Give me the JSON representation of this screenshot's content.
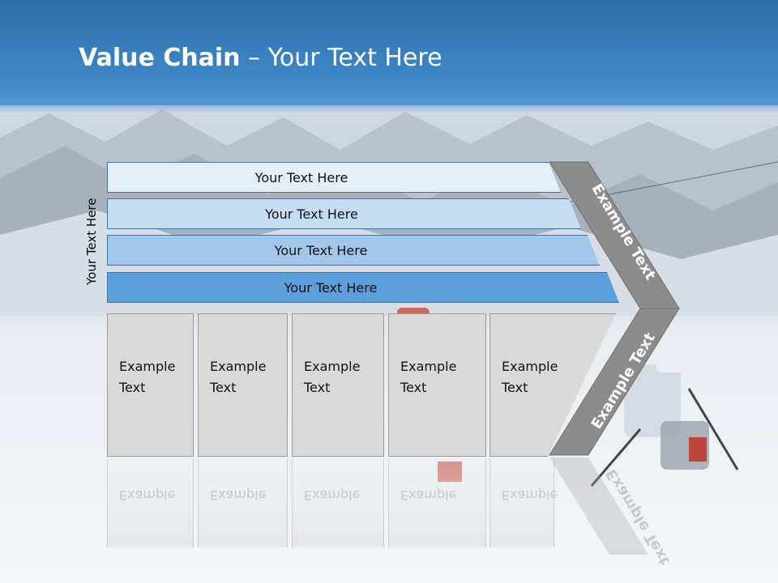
{
  "header": {
    "title_bold": "Value Chain",
    "title_rest": " – Your Text Here"
  },
  "side_label": "Your Text Here",
  "bars": [
    {
      "label": "Your Text Here"
    },
    {
      "label": "Your Text Here"
    },
    {
      "label": "Your Text Here"
    },
    {
      "label": "Your Text Here"
    }
  ],
  "boxes": [
    {
      "line1": "Example",
      "line2": "Text"
    },
    {
      "line1": "Example",
      "line2": "Text"
    },
    {
      "line1": "Example",
      "line2": "Text"
    },
    {
      "line1": "Example",
      "line2": "Text"
    },
    {
      "line1": "Example",
      "line2": "Text"
    }
  ],
  "chevron": {
    "upper_label": "Example Text",
    "lower_label": "Example Text",
    "color": "#8c8c8c"
  },
  "colors": {
    "header": "#3c86c6",
    "bar1": "#e4eff9",
    "bar2": "#c6dcf2",
    "bar3": "#a3c7ea",
    "bar4": "#5b9fdc",
    "box": "#d9d9d9"
  }
}
